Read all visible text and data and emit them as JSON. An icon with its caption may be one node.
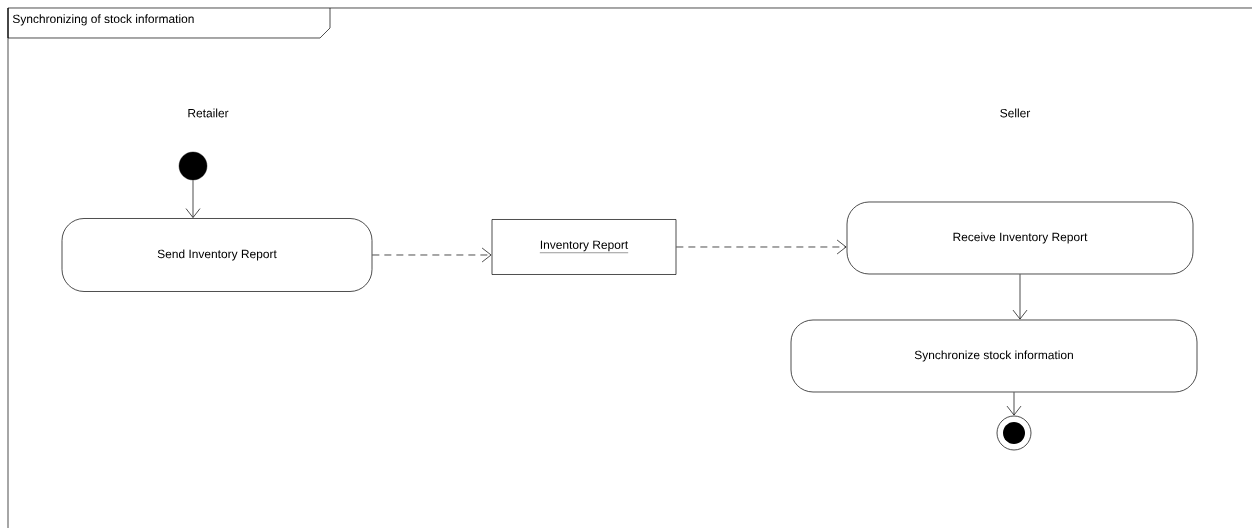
{
  "diagram": {
    "nodes": [
      {
        "text": [
          "Synchronizing of stock information"
        ]
      },
      {
        "text": [],
        "shape": "circle",
        "in": 0
      },
      {
        "text": [
          "Send Inventory Report"
        ],
        "in": 0
      },
      {
        "text": [
          "Inventory Report"
        ],
        "in": 0
      },
      {
        "text": [
          "Receive Inventory Report"
        ],
        "in": 0
      },
      {
        "text": [
          "Synchronize stock information"
        ],
        "in": 0
      },
      {
        "text": [],
        "shape": "bullseye",
        "in": 0
      }
    ],
    "edges": [
      {
        "from": 1,
        "to": 2,
        "arrow": "to"
      },
      {
        "from": 2,
        "to": 3,
        "arrow": "to",
        "style": "dashed"
      },
      {
        "from": 3,
        "to": 4,
        "arrow": "to",
        "style": "dashed"
      },
      {
        "from": 4,
        "to": 5,
        "arrow": "to"
      },
      {
        "from": 5,
        "to": 6,
        "arrow": "to"
      }
    ],
    "labels": [
      "Retailer",
      "Seller"
    ]
  }
}
